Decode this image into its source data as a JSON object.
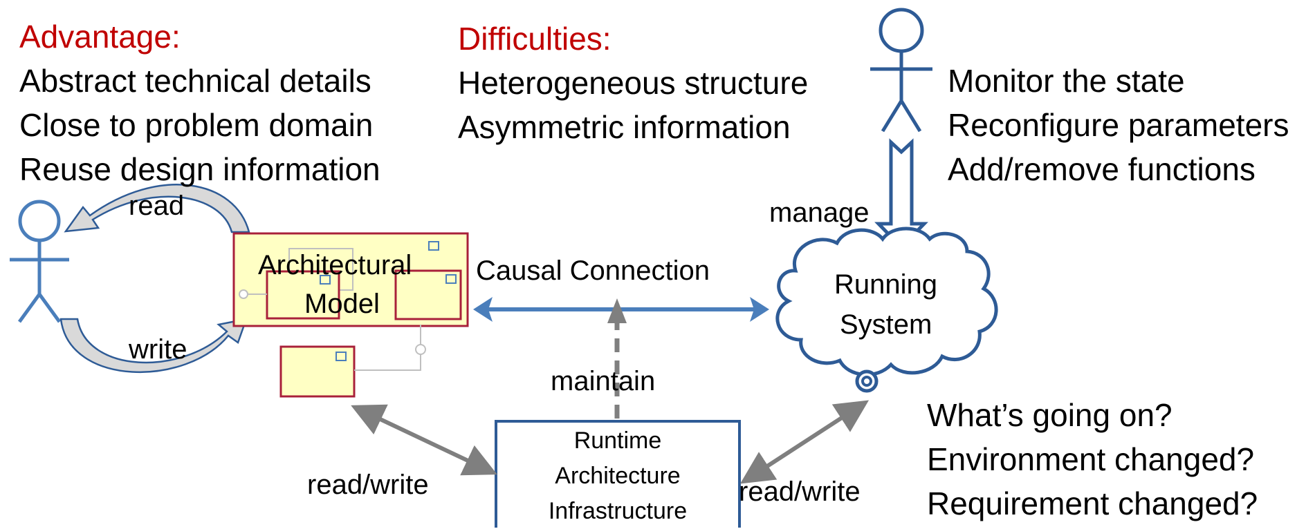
{
  "advantage": {
    "title": "Advantage:",
    "items": [
      "Abstract technical details",
      "Close to problem domain",
      "Reuse design information"
    ]
  },
  "difficulties": {
    "title": "Difficulties:",
    "items": [
      "Heterogeneous structure",
      "Asymmetric information"
    ]
  },
  "operations": {
    "items": [
      "Monitor the state",
      "Reconfigure parameters",
      "Add/remove functions"
    ]
  },
  "questions": {
    "items": [
      "What’s going on?",
      "Environment changed?",
      "Requirement changed?"
    ]
  },
  "labels": {
    "read": "read",
    "write": "write",
    "manage": "manage",
    "causal": "Causal Connection",
    "maintain": "maintain",
    "rw_left": "read/write",
    "rw_right": "read/write"
  },
  "model": {
    "line1": "Architectural",
    "line2": "Model"
  },
  "system": {
    "line1": "Running",
    "line2": "System"
  },
  "infra": {
    "line1": "Runtime",
    "line2": "Architecture",
    "line3": "Infrastructure"
  },
  "colors": {
    "red": "#c00000",
    "blue": "#4a7ebb",
    "darkblue": "#2e5b96",
    "gray": "#7f7f7f",
    "yellow": "#ffffc4",
    "boxborder": "#a8203a"
  }
}
